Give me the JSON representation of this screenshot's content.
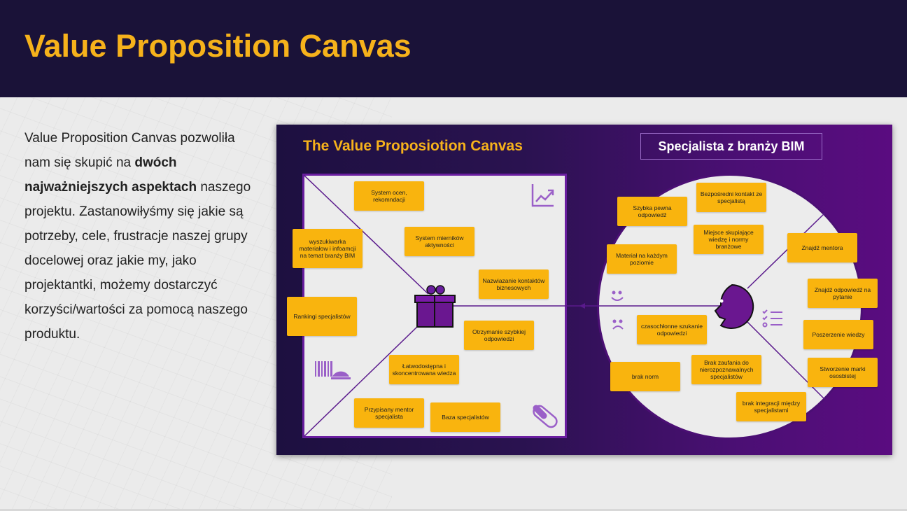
{
  "header": {
    "title": "Value Proposition Canvas"
  },
  "description": {
    "p1": "Value Proposition Canvas pozwoliła nam się skupić na ",
    "bold": "dwóch najważniejszych aspektach",
    "p2": " naszego projektu. Zastanowiłyśmy się jakie są potrzeby, cele, frustracje naszej grupy docelowej oraz jakie my, jako projektantki, możemy dostarczyć korzyści/wartości za pomocą naszego produktu."
  },
  "canvas": {
    "title": "The Value Proposiotion Canvas",
    "persona": "Specjalista z branży BIM",
    "value_map": [
      "System ocen, rekomndacji",
      "wyszukiwarka materiałow i infoamcji na temat branży BIM",
      "System mierników aktywności",
      "Nazwiazanie kontaktów biznesowych",
      "Rankingi specjalistów",
      "Otrzymanie szybkiej odpowiedzi",
      "Łatwodostępna i skoncentrowana wiedza",
      "Przypisany mentor specjalista",
      "Baza specjalistów"
    ],
    "customer_profile": [
      "Szybka pewna odpowiedź",
      "Bezpośredni kontakt ze specjalistą",
      "Miejsce skupiające wiedzę i normy branżowe",
      "Materiał na każdym poziomie",
      "Znajdź mentora",
      "Znajdź odpowiedź na pytanie",
      "czasochłonne szukanie odpowiedzi",
      "Poszerzenie wiedzy",
      "brak norm",
      "Brak zaufania do nierozpoznawalnych specjalistów",
      "Stworzenie marki ososbistej",
      "brak integracji między specjalistami"
    ],
    "icons": [
      "chart-growth-icon",
      "barcode-service-icon",
      "pill-icon",
      "gift-icon",
      "face-icon",
      "smile-icon",
      "sad-icon",
      "checklist-icon"
    ]
  },
  "colors": {
    "accent": "#f6b21b",
    "purple": "#6a1ea0",
    "header": "#1a1238"
  }
}
